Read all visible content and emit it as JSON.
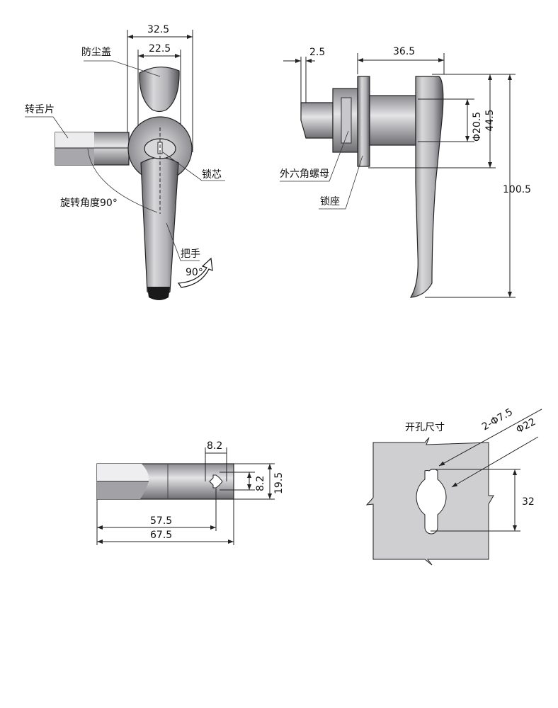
{
  "front_view": {
    "dim_overall_width": "32.5",
    "dim_handle_width": "22.5",
    "label_dust_cover": "防尘盖",
    "label_tongue": "转舌片",
    "label_lock_core": "锁芯",
    "label_rotation_angle": "旋转角度90°",
    "label_handle": "把手",
    "label_turn_angle": "90°"
  },
  "side_view": {
    "dim_tongue_thickness": "2.5",
    "dim_depth": "36.5",
    "dim_cylinder_diameter": "Φ20.5",
    "dim_seat_height": "44.5",
    "dim_total_height": "100.5",
    "label_hex_nut": "外六角螺母",
    "label_lock_seat": "锁座"
  },
  "tongue_view": {
    "dim_square_top": "8.2",
    "dim_square_side": "8.2",
    "dim_width": "19.5",
    "dim_hole_offset": "57.5",
    "dim_length": "67.5"
  },
  "cutout_view": {
    "title": "开孔尺寸",
    "dim_slot_holes": "2-Φ7.5",
    "dim_center_hole": "Φ22",
    "dim_slot_spacing": "32"
  },
  "colors": {
    "metal_light": "#e2e2e4",
    "metal_mid": "#b4b4b8",
    "metal_dark": "#6e6e72",
    "panel": "#cfcfd1"
  }
}
